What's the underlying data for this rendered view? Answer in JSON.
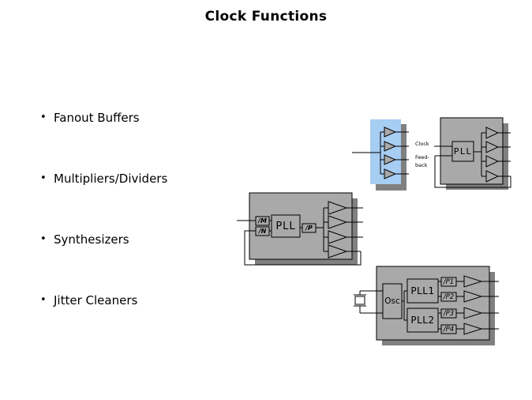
{
  "title": "Clock Functions",
  "bullets": [
    {
      "label": "Fanout Buffers"
    },
    {
      "label": "Multipliers/Dividers"
    },
    {
      "label": "Synthesizers"
    },
    {
      "label": "Jitter Cleaners"
    }
  ],
  "colors": {
    "background": "#ffffff",
    "box_gray": "#a9a9a9",
    "shadow_gray": "#808080",
    "highlight_blue": "#a6cdf2",
    "line_black": "#000000",
    "text_black": "#000000"
  },
  "diagrams": {
    "fanout_buffer": {
      "name": "fanout-buffer",
      "buffer_count": 4
    },
    "buffered_pll": {
      "name": "buffered-pll",
      "pll_label": "PLL",
      "clock_label": "Clock",
      "feedback_label_line1": "Feed-",
      "feedback_label_line2": "back",
      "buffer_count": 4
    },
    "synthesizer": {
      "name": "synthesizer",
      "divider_m_label": "/M",
      "divider_n_label": "/N",
      "pll_label": "PLL",
      "divider_p_label": "/P",
      "buffer_count": 4
    },
    "jitter_cleaner": {
      "name": "jitter-cleaner",
      "osc_label": "Osc",
      "pll1_label": "PLL1",
      "pll2_label": "PLL2",
      "divider_labels": [
        "/P1",
        "/P2",
        "/P3",
        "/P4"
      ],
      "buffer_count": 4
    }
  }
}
